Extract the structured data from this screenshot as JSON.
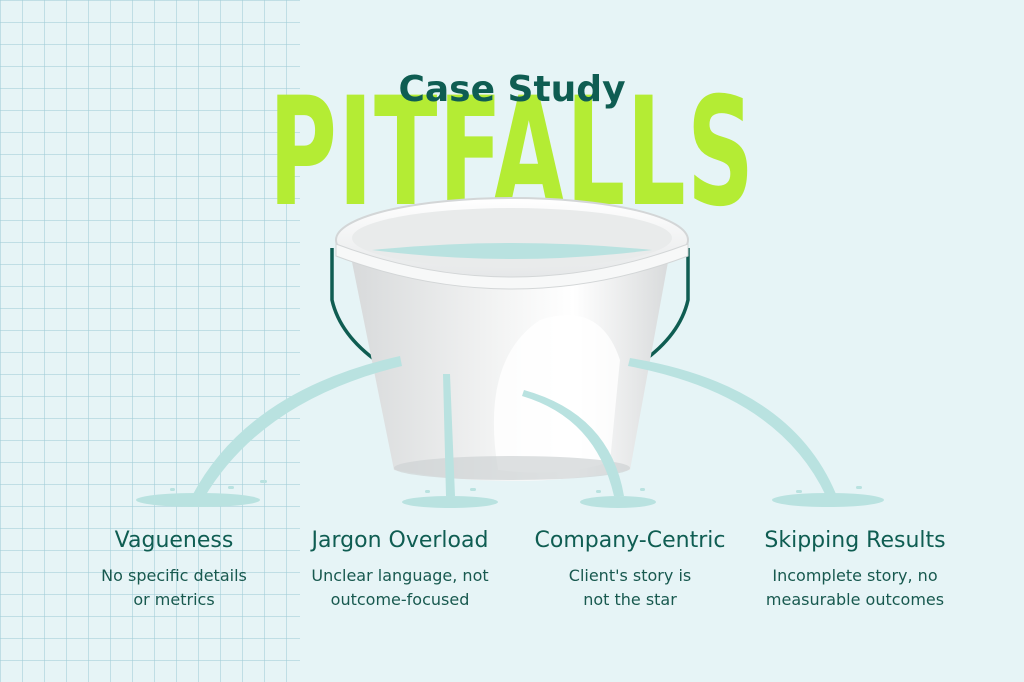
{
  "header": {
    "subtitle": "Case Study",
    "title": "PITFALLS"
  },
  "colors": {
    "background": "#e6f4f6",
    "accent_green": "#b4ec34",
    "dark_teal": "#0f5d52",
    "water": "#b9e2e0"
  },
  "illustration": {
    "object": "leaking-bucket-icon"
  },
  "pitfalls": [
    {
      "title": "Vagueness",
      "desc_line1": "No specific details",
      "desc_line2": "or metrics"
    },
    {
      "title": "Jargon Overload",
      "desc_line1": "Unclear language, not",
      "desc_line2": "outcome-focused"
    },
    {
      "title": "Company-Centric",
      "desc_line1": "Client's story is",
      "desc_line2": "not the star"
    },
    {
      "title": "Skipping Results",
      "desc_line1": "Incomplete story, no",
      "desc_line2": "measurable outcomes"
    }
  ]
}
